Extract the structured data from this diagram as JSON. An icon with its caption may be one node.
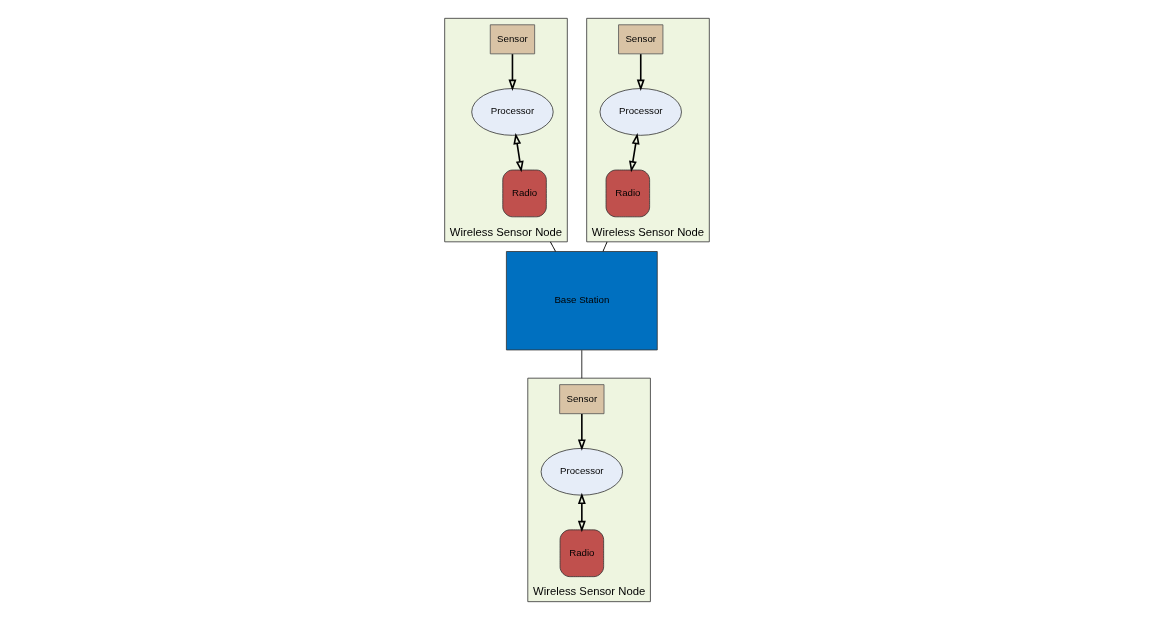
{
  "diagram": {
    "nodes": [
      {
        "text": [
          "Wireless Sensor Node"
        ]
      },
      {
        "text": [
          "Sensor"
        ],
        "in": 0
      },
      {
        "text": [
          "Processor"
        ],
        "in": 0
      },
      {
        "text": [
          "Radio"
        ],
        "in": 0
      },
      {
        "text": [
          "Wireless Sensor Node"
        ]
      },
      {
        "text": [
          "Sensor"
        ],
        "in": 4
      },
      {
        "text": [
          "Processor"
        ],
        "in": 4
      },
      {
        "text": [
          "Radio"
        ],
        "in": 4
      },
      {
        "text": [
          "Base Station"
        ]
      },
      {
        "text": [
          "Wireless Sensor Node"
        ]
      },
      {
        "text": [
          "Sensor"
        ],
        "in": 9
      },
      {
        "text": [
          "Processor"
        ],
        "in": 9
      },
      {
        "text": [
          "Radio"
        ],
        "in": 9
      }
    ],
    "edges": [
      {
        "from": 1,
        "to": 2,
        "arrow": "to"
      },
      {
        "from": 2,
        "to": 3,
        "arrow": "both"
      },
      {
        "from": 5,
        "to": 6,
        "arrow": "to"
      },
      {
        "from": 6,
        "to": 7,
        "arrow": "both"
      },
      {
        "from": 10,
        "to": 11,
        "arrow": "to"
      },
      {
        "from": 11,
        "to": 12,
        "arrow": "both"
      },
      {
        "from": 0,
        "to": 8,
        "arrow": "none"
      },
      {
        "from": 4,
        "to": 8,
        "arrow": "none"
      },
      {
        "from": 8,
        "to": 9,
        "arrow": "none"
      }
    ]
  }
}
